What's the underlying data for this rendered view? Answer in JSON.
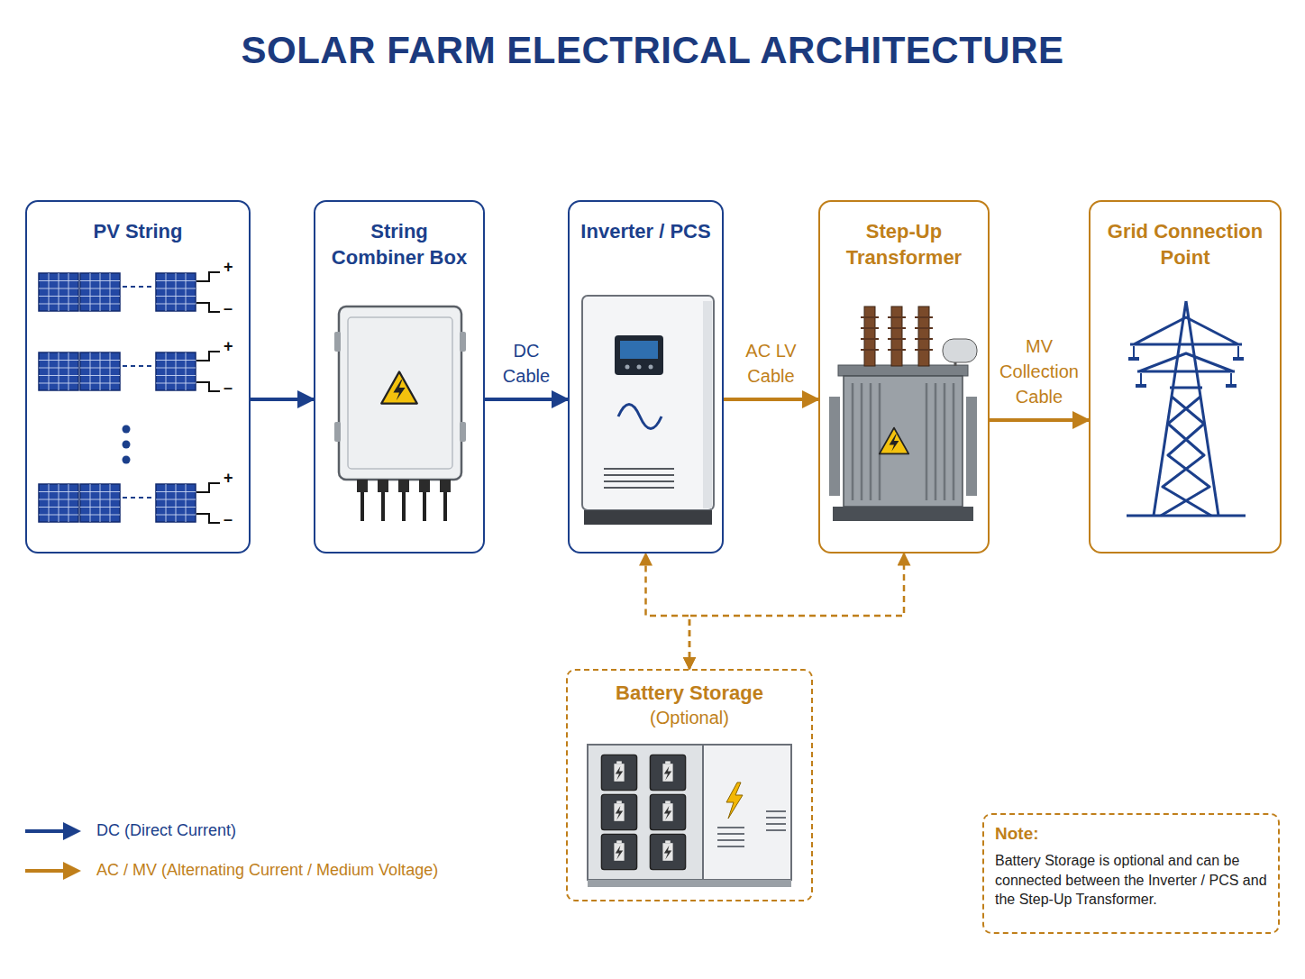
{
  "diagram": {
    "title": "SOLAR FARM ELECTRICAL ARCHITECTURE",
    "nodes": [
      {
        "text": [
          "PV String"
        ]
      },
      {
        "text": [
          "String Combiner Box"
        ]
      },
      {
        "text": [
          "Inverter / PCS"
        ]
      },
      {
        "text": [
          "Step-Up Transformer"
        ]
      },
      {
        "text": [
          "Grid Connection Point"
        ]
      },
      {
        "text": [
          "Battery Storage",
          "(Optional)"
        ]
      },
      {
        "text": [
          "Note:",
          "Battery Storage is optional and can be connected between the Inverter / PCS and the Step-Up Transformer."
        ]
      }
    ],
    "edges": [
      {
        "from": 0,
        "to": 1,
        "arrow": "to"
      },
      {
        "from": 1,
        "to": 2,
        "label": "DC Cable",
        "arrow": "to"
      },
      {
        "from": 2,
        "to": 3,
        "label": "AC LV Cable",
        "arrow": "to"
      },
      {
        "from": 3,
        "to": 4,
        "label": "MV Collection Cable",
        "arrow": "to"
      },
      {
        "from": 5,
        "to": 2,
        "arrow": "both"
      },
      {
        "from": 5,
        "to": 3,
        "arrow": "both"
      }
    ],
    "labels": [
      "+",
      "–",
      "+",
      "–",
      "+",
      "–"
    ],
    "legend": [
      {
        "text": "DC (Direct Current)"
      },
      {
        "text": "AC / MV (Alternating Current / Medium Voltage)"
      }
    ]
  }
}
